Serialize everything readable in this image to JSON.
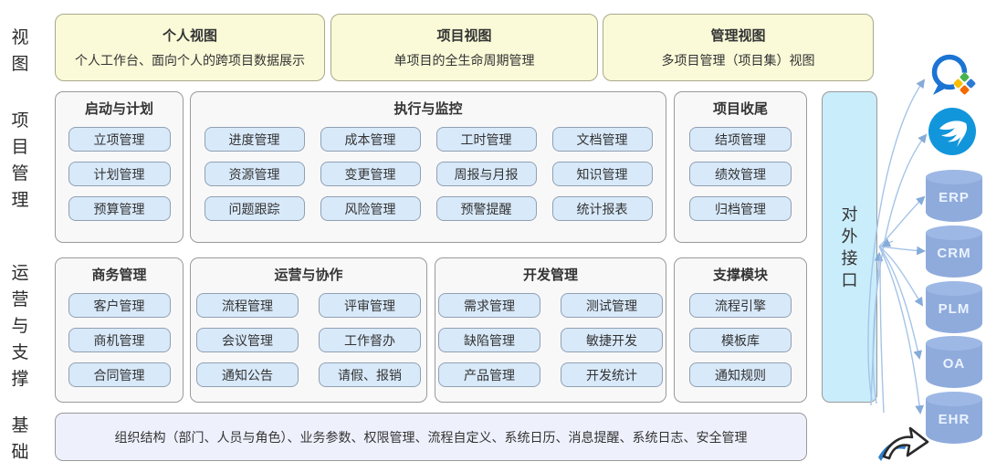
{
  "rail": {
    "view": "视图",
    "pm": "项目管理",
    "ops": "运营与支撑",
    "base": "基础"
  },
  "views": [
    {
      "title": "个人视图",
      "subtitle": "个人工作台、面向个人的跨项目数据展示"
    },
    {
      "title": "项目视图",
      "subtitle": "单项目的全生命周期管理"
    },
    {
      "title": "管理视图",
      "subtitle": "多项目管理（项目集）视图"
    }
  ],
  "pm_groups": [
    {
      "title": "启动与计划",
      "items": [
        "立项管理",
        "计划管理",
        "预算管理"
      ]
    },
    {
      "title": "执行与监控",
      "items": [
        "进度管理",
        "成本管理",
        "工时管理",
        "文档管理",
        "资源管理",
        "变更管理",
        "周报与月报",
        "知识管理",
        "问题跟踪",
        "风险管理",
        "预警提醒",
        "统计报表"
      ]
    },
    {
      "title": "项目收尾",
      "items": [
        "结项管理",
        "绩效管理",
        "归档管理"
      ]
    }
  ],
  "ops_groups": [
    {
      "title": "商务管理",
      "items": [
        "客户管理",
        "商机管理",
        "合同管理"
      ]
    },
    {
      "title": "运营与协作",
      "items": [
        "流程管理",
        "评审管理",
        "会议管理",
        "工作督办",
        "通知公告",
        "请假、报销"
      ]
    },
    {
      "title": "开发管理",
      "items": [
        "需求管理",
        "测试管理",
        "缺陷管理",
        "敏捷开发",
        "产品管理",
        "开发统计"
      ]
    },
    {
      "title": "支撑模块",
      "items": [
        "流程引擎",
        "模板库",
        "通知规则"
      ]
    }
  ],
  "external_interface": "对外接口",
  "foundation": "组织结构（部门、人员与角色）、业务参数、权限管理、流程自定义、系统日历、消息提醒、系统日志、安全管理",
  "integrations": {
    "icons": [
      "wechat-work-icon",
      "dingtalk-icon"
    ],
    "systems": [
      "ERP",
      "CRM",
      "PLM",
      "OA",
      "EHR"
    ]
  },
  "colors": {
    "view_bg": "#fafad8",
    "group_bg": "#f8f8f8",
    "chip_bg": "#d8e9fa",
    "interface_bg": "#c9edfb",
    "foundation_bg": "#eef1fc",
    "cylinder": "#8fabdc",
    "arrow": "#a5c4e8"
  }
}
